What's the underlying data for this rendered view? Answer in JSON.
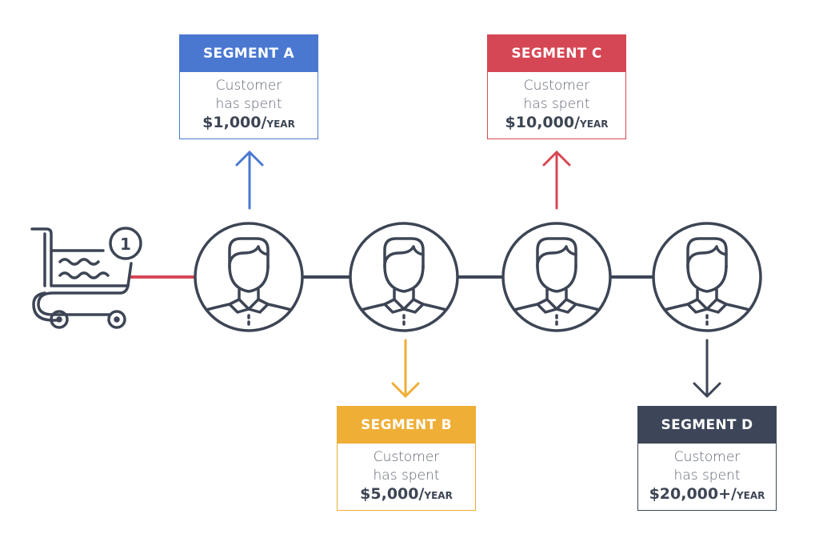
{
  "colors": {
    "ink": "#3d4555",
    "segment_a": "#4a78d1",
    "segment_b": "#efae35",
    "segment_c": "#d64755",
    "segment_d": "#3d4659",
    "start_connector": "#d64755"
  },
  "start": {
    "icon": "shopping-cart-icon",
    "badge": "1"
  },
  "customers": [
    {
      "icon": "customer-avatar-icon"
    },
    {
      "icon": "customer-avatar-icon"
    },
    {
      "icon": "customer-avatar-icon"
    },
    {
      "icon": "customer-avatar-icon"
    }
  ],
  "segments": [
    {
      "id": "A",
      "title": "SEGMENT A",
      "line1": "Customer",
      "line2": "has spent",
      "amount": "$1,000/",
      "unit": "YEAR",
      "direction": "up",
      "from_customer": 1
    },
    {
      "id": "B",
      "title": "SEGMENT B",
      "line1": "Customer",
      "line2": "has spent",
      "amount": "$5,000/",
      "unit": "YEAR",
      "direction": "down",
      "from_customer": 2
    },
    {
      "id": "C",
      "title": "SEGMENT C",
      "line1": "Customer",
      "line2": "has spent",
      "amount": "$10,000/",
      "unit": "YEAR",
      "direction": "up",
      "from_customer": 3
    },
    {
      "id": "D",
      "title": "SEGMENT D",
      "line1": "Customer",
      "line2": "has spent",
      "amount": "$20,000+/",
      "unit": "YEAR",
      "direction": "down",
      "from_customer": 4
    }
  ]
}
